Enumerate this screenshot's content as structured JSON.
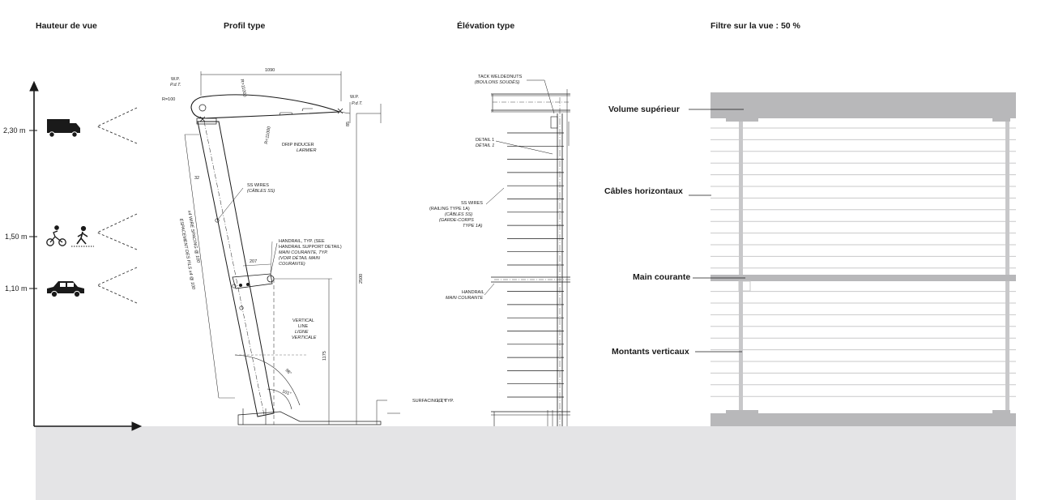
{
  "headers": {
    "view_height": "Hauteur de vue",
    "profile": "Profil type",
    "elevation": "Élévation type",
    "filter": "Filtre sur la vue : 50 %"
  },
  "axis": {
    "ticks": [
      "2,30 m",
      "1,50 m",
      "1,10 m"
    ]
  },
  "profile_notes": {
    "width_dim": "1090",
    "wp_left": "W.P.",
    "pdt_left": "P.d.T.",
    "r100": "R=100",
    "r11000_top": "R=11000",
    "r11000_bottom": "R=11000",
    "wp_right": "W.P.",
    "pdt_right": "P.d.T.",
    "drip_en": "DRIP INDUCER",
    "drip_fr": "LARMIER",
    "dim_32": "32",
    "ss_wires_en": "SS WIRES",
    "ss_wires_fr": "(CÂBLES SS)",
    "spacing_a": "x4 WIRE SPACING @ 100",
    "spacing_b": "ESPACEMENT DES FILS x4 @ 100",
    "handrail_1": "HANDRAIL, TYP. (SEE",
    "handrail_2": "HANDRAIL SUPPORT DETAIL)",
    "handrail_3": "MAIN COURANTE, TYP.",
    "handrail_4": "(VOIR DÉTAIL MAIN",
    "handrail_5": "COURANTE)",
    "dim_207": "207",
    "dim_2500": "2500",
    "dim_1175": "1175",
    "vertical_1": "VERTICAL",
    "vertical_2": "LINE",
    "vertical_3": "LIGNE",
    "vertical_4": "VERTICALE",
    "angle_a": "98°",
    "angle_b": "101°",
    "surfacing": "SURFACING, TY",
    "surfacing_b": "IG, TYP."
  },
  "elevation_notes": {
    "tack_en": "TACK WELDEDNUTS",
    "tack_fr": "(BOULONS SOUDÉS)",
    "detail_en": "DETAIL 1",
    "detail_fr": "DÉTAIL 1",
    "ss_wires_en": "SS WIRES",
    "railing_en": "(RAILING TYPE 1A)",
    "cables_fr": "(CÂBLES SS)",
    "garde_fr": "(GARDE-CORPS",
    "type_fr": "TYPE 1A)",
    "handrail_en": "HANDRAIL",
    "handrail_fr": "MAIN COURANTE"
  },
  "callouts": {
    "upper": "Volume supérieur",
    "cables": "Câbles horizontaux",
    "handrail": "Main courante",
    "posts": "Montants verticaux"
  },
  "colors": {
    "ground": "#e4e4e6",
    "filter_gray": "#b8b8ba",
    "line": "#1a1a1a"
  },
  "icons": [
    "truck-icon",
    "cyclist-icon",
    "pedestrian-icon",
    "car-icon"
  ]
}
